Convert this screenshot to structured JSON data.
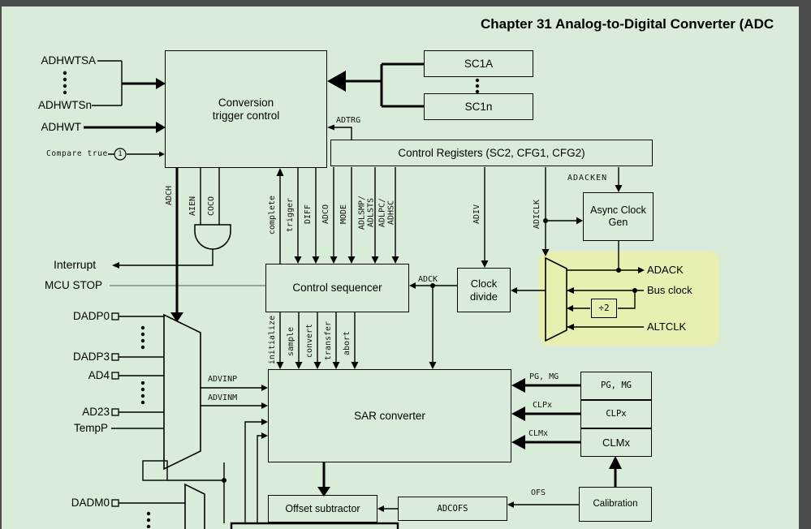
{
  "page": {
    "title": "Chapter 31 Analog-to-Digital Converter (ADC",
    "background": "#d9ecd9",
    "chrome_color": "#4d4d4d",
    "highlight_color": "#e9efb0"
  },
  "boxes": {
    "conversion_trigger": "Conversion trigger control",
    "sc1a": "SC1A",
    "sc1n": "SC1n",
    "control_registers": "Control Registers (SC2, CFG1, CFG2)",
    "async_clock_gen": "Async Clock Gen",
    "control_sequencer": "Control sequencer",
    "clock_divide": "Clock divide",
    "sar_converter": "SAR converter",
    "offset_subtractor": "Offset subtractor",
    "adcofs": "ADCOFS",
    "pg_mg": "PG, MG",
    "clpx": "CLPx",
    "clmx": "CLMx",
    "calibration": "Calibration",
    "div2": "÷2"
  },
  "left_labels": {
    "adhwtsa": "ADHWTSA",
    "adhwtsn": "ADHWTSn",
    "adhwt": "ADHWT",
    "compare_true": "Compare true",
    "footnote_1": "1",
    "interrupt": "Interrupt",
    "mcu_stop": "MCU STOP",
    "dadp0": "DADP0",
    "dadp3": "DADP3",
    "ad4": "AD4",
    "ad23": "AD23",
    "tempp": "TempP",
    "dadm0": "DADM0"
  },
  "signals": {
    "adtrg": "ADTRG",
    "adch": "ADCH",
    "aien": "AIEN",
    "coco": "COCO",
    "complete": "complete",
    "trigger": "trigger",
    "diff": "DIFF",
    "adco": "ADCO",
    "mode": "MODE",
    "adlsmp_adlsts": "ADLSMP/\nADLSTS",
    "adlpc_adhsc": "ADLPC/\nADHSC",
    "adiv": "ADIV",
    "adacken": "ADACKEN",
    "adiclk": "ADICLK",
    "adck": "ADCK",
    "initialize": "initialize",
    "sample": "sample",
    "convert": "convert",
    "transfer": "transfer",
    "abort": "abort",
    "advinp": "ADVINP",
    "advinm": "ADVINM",
    "pg_mg": "PG, MG",
    "clpx": "CLPx",
    "clmx": "CLMx",
    "ofs": "OFS",
    "adack": "ADACK",
    "bus_clock": "Bus clock",
    "altclk": "ALTCLK"
  }
}
